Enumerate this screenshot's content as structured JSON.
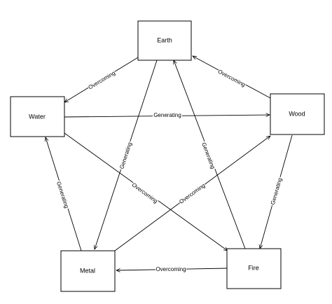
{
  "nodes": {
    "earth": "Earth",
    "water": "Water",
    "wood": "Wood",
    "metal": "Metal",
    "fire": "Fire"
  },
  "edges": {
    "water_to_wood": "Generating",
    "wood_to_fire": "Generating",
    "fire_to_earth": "Generating",
    "earth_to_metal": "Generating",
    "metal_to_water": "Generating",
    "wood_to_earth": "Overcoming",
    "earth_to_water": "Overcoming",
    "water_to_fire": "Overcoming",
    "fire_to_metal": "Overcoming",
    "metal_to_wood": "Overcoming"
  }
}
